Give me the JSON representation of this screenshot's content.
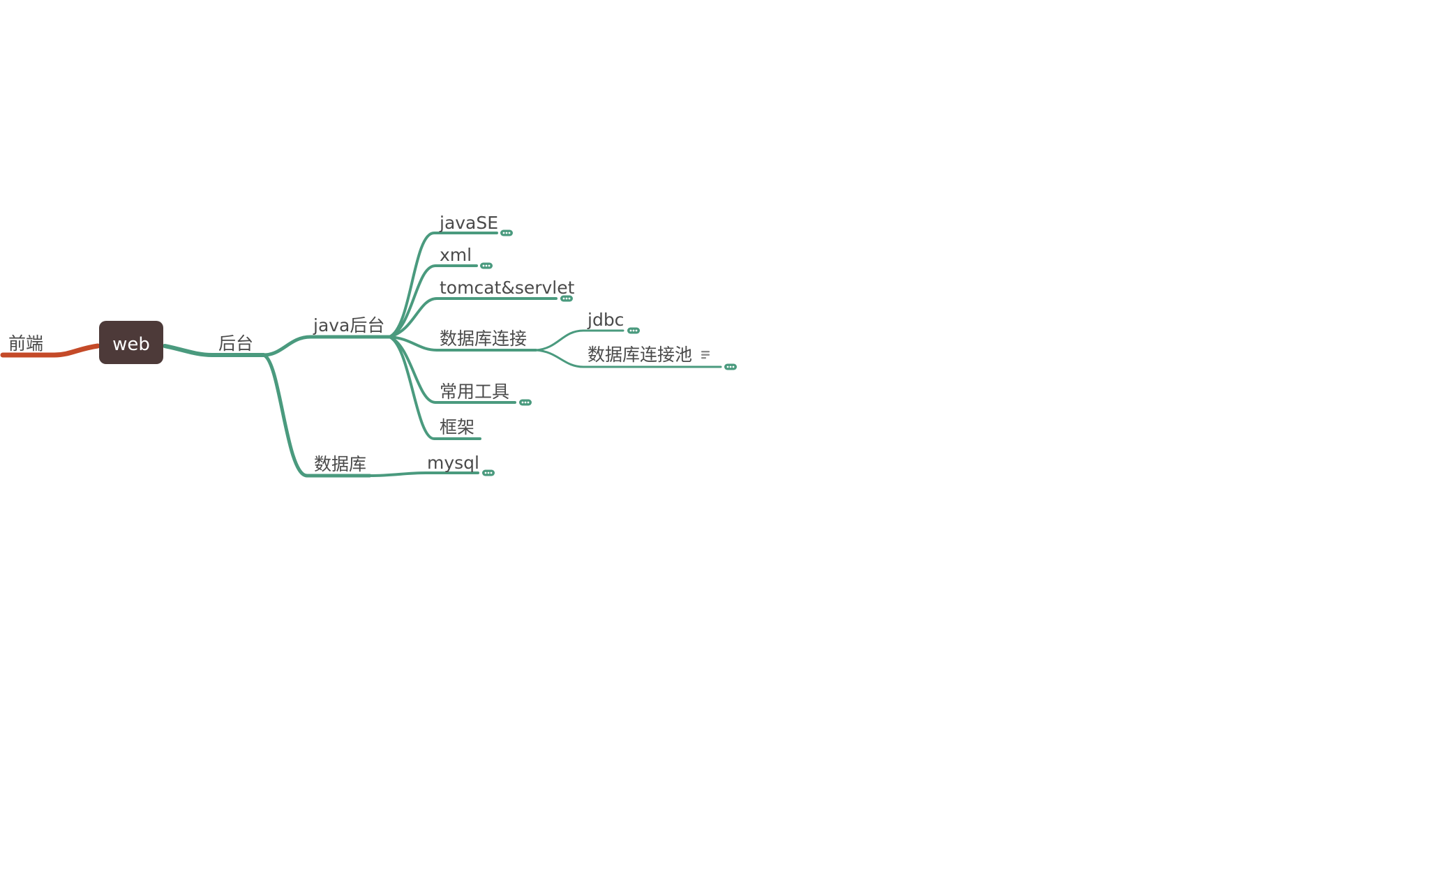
{
  "mindmap": {
    "colors": {
      "root_fill": "#4d3a39",
      "branch_green": "#4a9a7e",
      "branch_orange": "#c44a28"
    },
    "root": {
      "label": "web"
    },
    "nodes": {
      "frontend": {
        "label": "前端"
      },
      "backend": {
        "label": "后台"
      },
      "java_backend": {
        "label": "java后台"
      },
      "javase": {
        "label": "javaSE"
      },
      "xml": {
        "label": "xml"
      },
      "tomcat_servlet": {
        "label": "tomcat&servlet"
      },
      "db_connection": {
        "label": "数据库连接"
      },
      "jdbc": {
        "label": "jdbc"
      },
      "db_pool": {
        "label": "数据库连接池"
      },
      "common_tools": {
        "label": "常用工具"
      },
      "framework": {
        "label": "框架"
      },
      "database": {
        "label": "数据库"
      },
      "mysql": {
        "label": "mysql"
      }
    },
    "icons": {
      "collapsed_indicator": "ellipsis-pill-icon",
      "note": "note-icon"
    }
  }
}
